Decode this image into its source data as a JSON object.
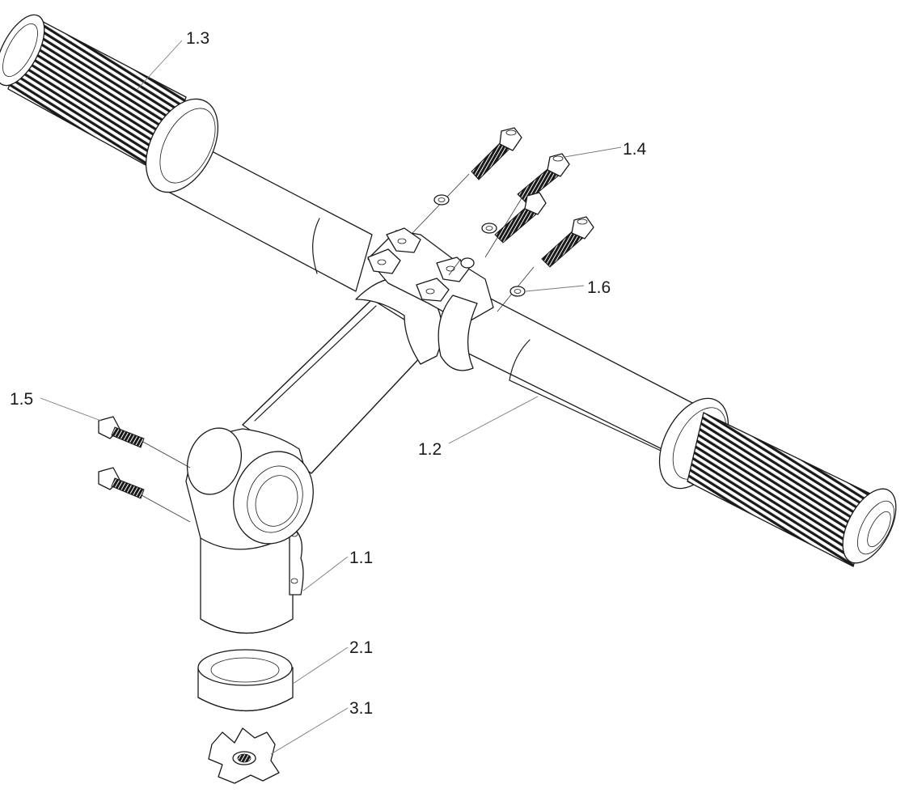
{
  "callouts": {
    "c11": "1.1",
    "c12": "1.2",
    "c13": "1.3",
    "c14": "1.4",
    "c15": "1.5",
    "c16": "1.6",
    "c21": "2.1",
    "c31": "3.1"
  },
  "colors": {
    "line": "#1a1a1a",
    "leader": "#7a7a7a",
    "background": "#ffffff"
  }
}
